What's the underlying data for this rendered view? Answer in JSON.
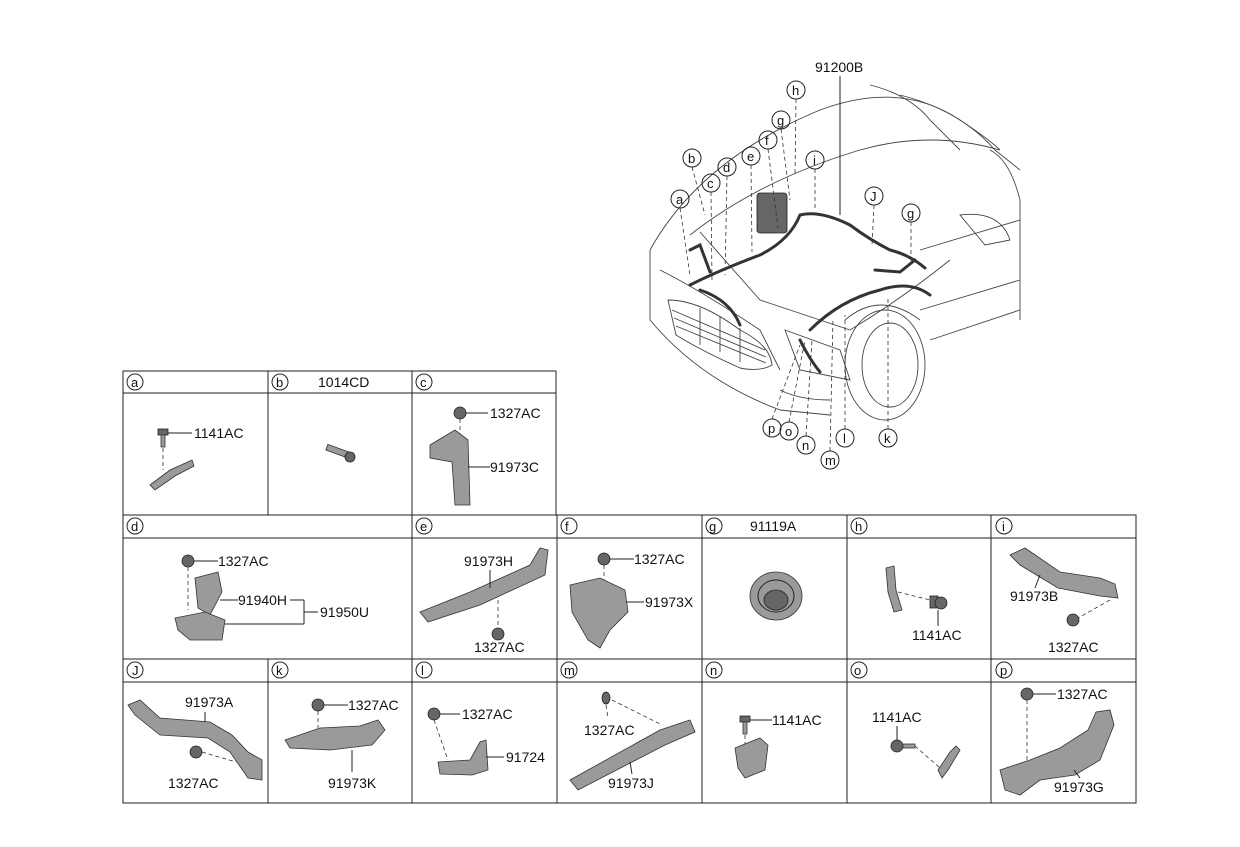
{
  "main_label": "91200B",
  "callouts": [
    "a",
    "b",
    "c",
    "d",
    "e",
    "f",
    "g",
    "h",
    "i",
    "J",
    "g",
    "p",
    "o",
    "n",
    "m",
    "l",
    "k"
  ],
  "cells": [
    {
      "letter": "a",
      "header": "",
      "parts": [
        "1141AC"
      ]
    },
    {
      "letter": "b",
      "header": "1014CD",
      "parts": []
    },
    {
      "letter": "c",
      "header": "",
      "parts": [
        "1327AC",
        "91973C"
      ]
    },
    {
      "letter": "d",
      "header": "",
      "parts": [
        "1327AC",
        "91940H",
        "91950U"
      ]
    },
    {
      "letter": "e",
      "header": "",
      "parts": [
        "91973H",
        "1327AC"
      ]
    },
    {
      "letter": "f",
      "header": "",
      "parts": [
        "1327AC",
        "91973X"
      ]
    },
    {
      "letter": "g",
      "header": "91119A",
      "parts": []
    },
    {
      "letter": "h",
      "header": "",
      "parts": [
        "1141AC"
      ]
    },
    {
      "letter": "i",
      "header": "",
      "parts": [
        "91973B",
        "1327AC"
      ]
    },
    {
      "letter": "J",
      "header": "",
      "parts": [
        "91973A",
        "1327AC"
      ]
    },
    {
      "letter": "k",
      "header": "",
      "parts": [
        "1327AC",
        "91973K"
      ]
    },
    {
      "letter": "l",
      "header": "",
      "parts": [
        "1327AC",
        "91724"
      ]
    },
    {
      "letter": "m",
      "header": "",
      "parts": [
        "1327AC",
        "91973J"
      ]
    },
    {
      "letter": "n",
      "header": "",
      "parts": [
        "1141AC"
      ]
    },
    {
      "letter": "o",
      "header": "",
      "parts": [
        "1141AC"
      ]
    },
    {
      "letter": "p",
      "header": "",
      "parts": [
        "1327AC",
        "91973G"
      ]
    }
  ]
}
